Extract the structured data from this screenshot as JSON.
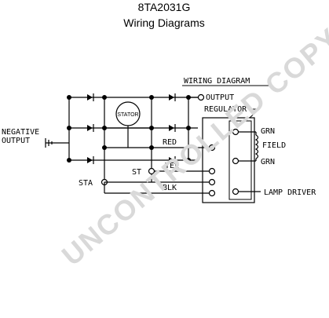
{
  "header": {
    "part_number": "8TA2031G",
    "subtitle": "Wiring Diagrams"
  },
  "diagram": {
    "heading": "WIRING DIAGRAM",
    "labels": {
      "output": "OUTPUT",
      "regulator": "REGULATOR",
      "negative_line1": "NEGATIVE",
      "negative_line2": "OUTPUT",
      "stator": "STATOR",
      "red": "RED",
      "field": "FIELD",
      "grn_top": "GRN",
      "grn_bottom": "GRN",
      "st": "ST",
      "yel": "YEL",
      "sta": "STA",
      "blk": "BLK",
      "lamp_driver": "LAMP DRIVER"
    }
  },
  "watermark": {
    "text": "UNCONTROLLED COPY",
    "color": "#d9d9d9"
  }
}
